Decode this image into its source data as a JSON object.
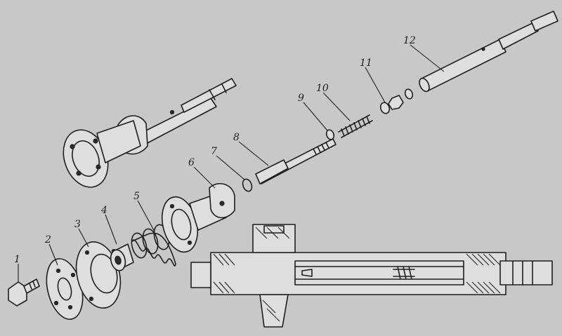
{
  "diagram": {
    "background_color": "#c8c8c8",
    "ink_color": "#1e1e1e",
    "callouts": [
      {
        "id": "1",
        "label": "1"
      },
      {
        "id": "2",
        "label": "2"
      },
      {
        "id": "3",
        "label": "3"
      },
      {
        "id": "4",
        "label": "4"
      },
      {
        "id": "5",
        "label": "5"
      },
      {
        "id": "6",
        "label": "6"
      },
      {
        "id": "7",
        "label": "7"
      },
      {
        "id": "8",
        "label": "8"
      },
      {
        "id": "9",
        "label": "9"
      },
      {
        "id": "10",
        "label": "10"
      },
      {
        "id": "11",
        "label": "11"
      },
      {
        "id": "12",
        "label": "12"
      }
    ]
  }
}
